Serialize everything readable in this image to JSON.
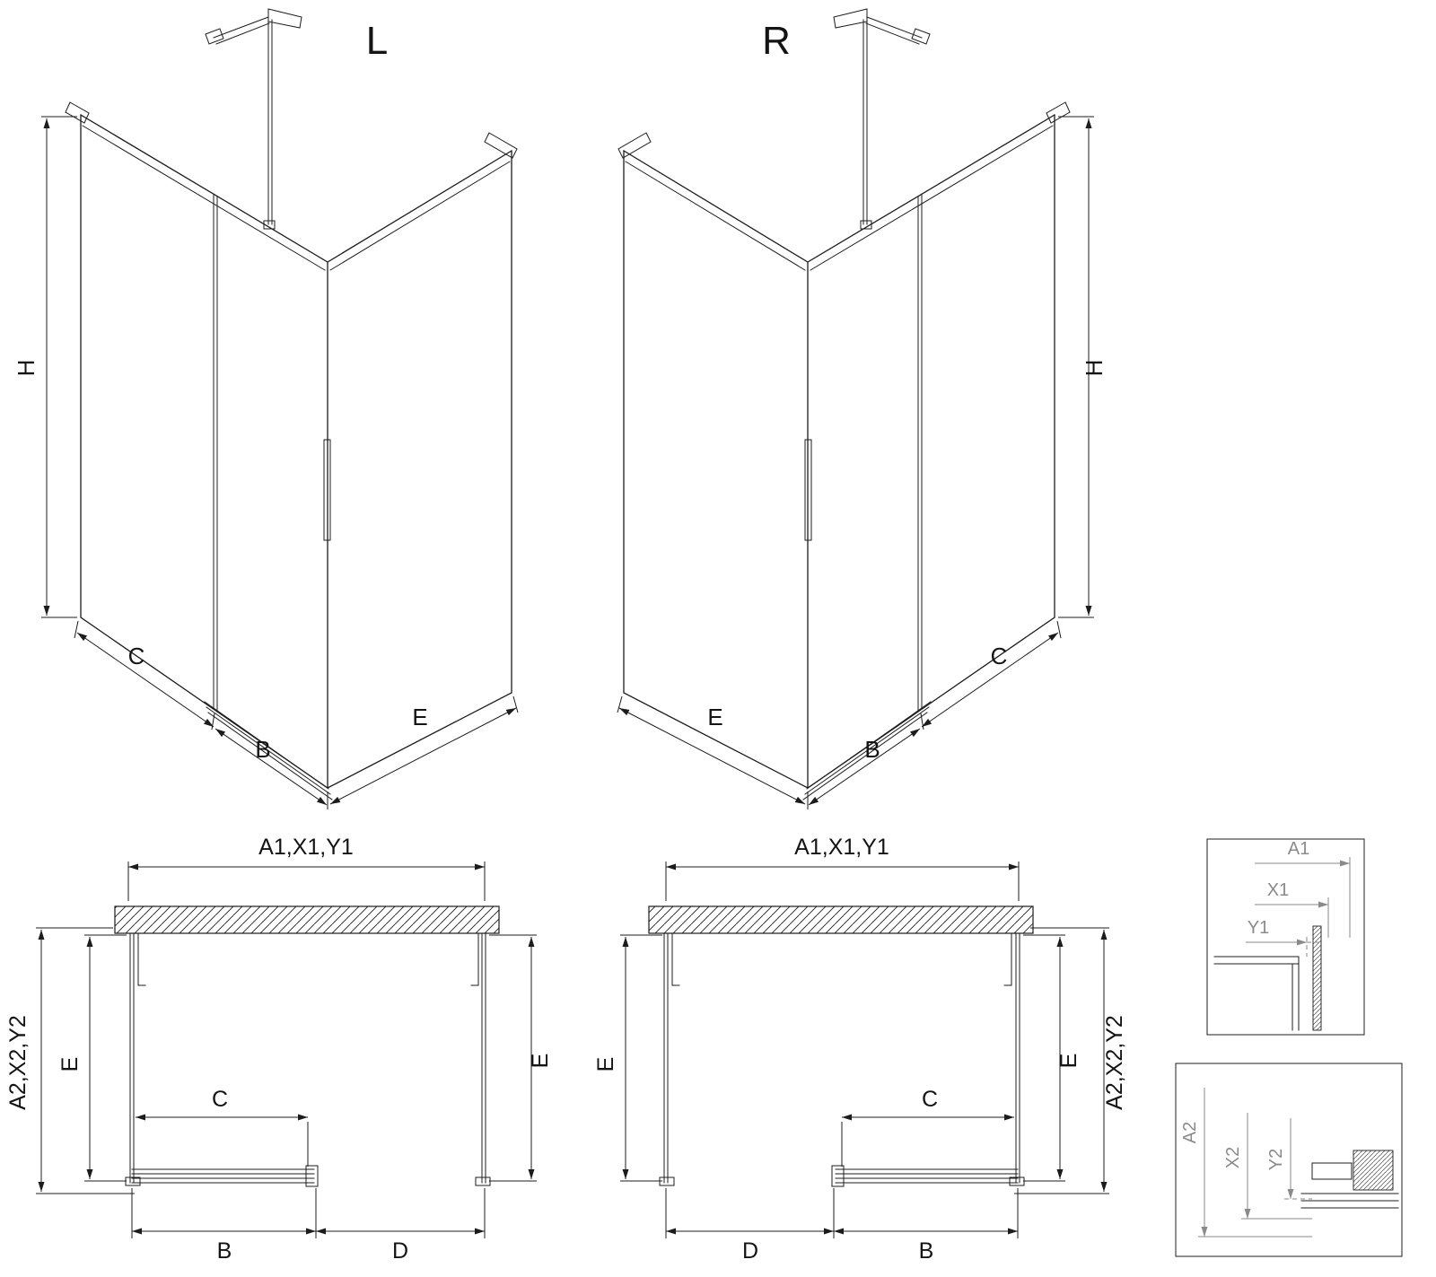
{
  "iso_left": {
    "view_label": "L",
    "dim_h": "H",
    "dim_c": "C",
    "dim_b": "B",
    "dim_e": "E"
  },
  "iso_right": {
    "view_label": "R",
    "dim_h": "H",
    "dim_c": "C",
    "dim_b": "B",
    "dim_e": "E"
  },
  "plan_left": {
    "dim_top": "A1,X1,Y1",
    "dim_outer": "A2,X2,Y2",
    "dim_e_left": "E",
    "dim_e_right": "E",
    "dim_c": "C",
    "dim_b": "B",
    "dim_d": "D"
  },
  "plan_right": {
    "dim_top": "A1,X1,Y1",
    "dim_outer": "A2,X2,Y2",
    "dim_e_left": "E",
    "dim_e_right": "E",
    "dim_c": "C",
    "dim_b": "B",
    "dim_d": "D"
  },
  "detail_top": {
    "dim_a1": "A1",
    "dim_x1": "X1",
    "dim_y1": "Y1"
  },
  "detail_bottom": {
    "dim_a2": "A2",
    "dim_x2": "X2",
    "dim_y2": "Y2"
  },
  "colors": {
    "line": "#1c1c1c",
    "background": "#ffffff",
    "detail_gray": "#8a8a8a"
  }
}
